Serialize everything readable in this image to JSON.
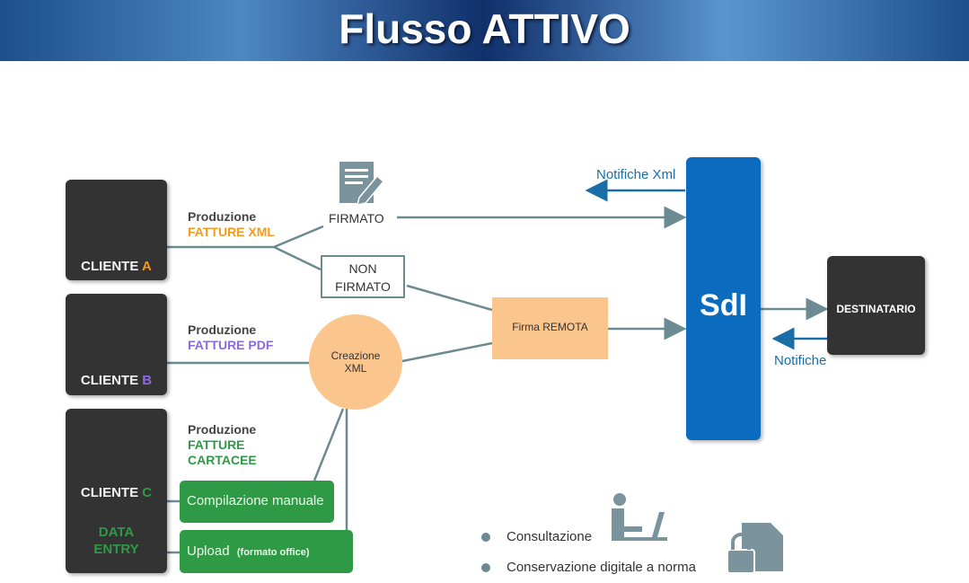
{
  "header": {
    "title": "Flusso ATTIVO"
  },
  "clients": [
    {
      "name": "CLIENTE",
      "letter": "A",
      "production": "Produzione",
      "type": "FATTURE XML",
      "color": "#f39a1e"
    },
    {
      "name": "CLIENTE",
      "letter": "B",
      "production": "Produzione",
      "type": "FATTURE PDF",
      "color": "#8a6ae0"
    },
    {
      "name": "CLIENTE",
      "letter": "C",
      "production": "Produzione",
      "type_line1": "FATTURE",
      "type_line2": "CARTACEE",
      "extra_line1": "DATA",
      "extra_line2": "ENTRY",
      "color": "#2f9a46"
    }
  ],
  "nodes": {
    "firmato": "FIRMATO",
    "non_firmato_1": "NON",
    "non_firmato_2": "FIRMATO",
    "creazione_1": "Creazione",
    "creazione_2": "XML",
    "firma_remota": "Firma  REMOTA",
    "sdi": "SdI",
    "destinatario": "DESTINATARIO",
    "notifiche_xml": "Notifiche Xml",
    "notifiche": "Notifiche",
    "compilazione": "Compilazione manuale",
    "upload": "Upload",
    "upload_note": "(formato office)"
  },
  "bullets": [
    "Consultazione",
    "Conservazione digitale a norma"
  ],
  "colors": {
    "sdi": "#0b6bbf",
    "line": "#6b8a92",
    "arrow_blue": "#1a6ea8",
    "peach": "#fbc58e",
    "dark": "#333333"
  }
}
